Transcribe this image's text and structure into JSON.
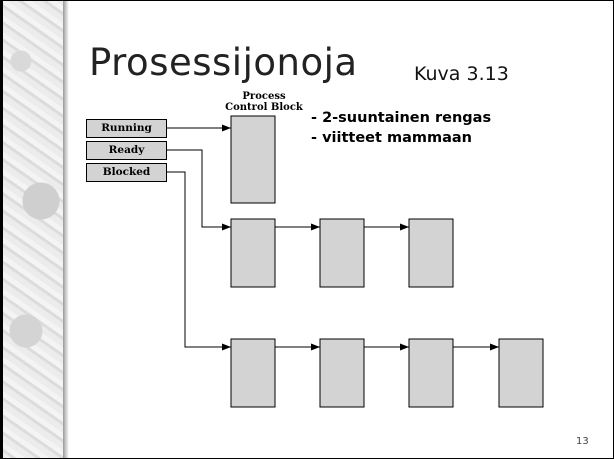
{
  "slide": {
    "title": "Prosessijonoja",
    "figure_ref": "Kuva 3.13",
    "page_number": "13",
    "bullets": [
      "- 2-suuntainen rengas",
      "- viitteet mammaan"
    ]
  },
  "diagram": {
    "pcb_heading_line1": "Process",
    "pcb_heading_line2": "Control Block",
    "queues": [
      "Running",
      "Ready",
      "Blocked"
    ],
    "queue_lengths": {
      "Running": 1,
      "Ready": 3,
      "Blocked": 4
    }
  },
  "colors": {
    "block_fill": "#d3d3d3",
    "line": "#000000"
  }
}
